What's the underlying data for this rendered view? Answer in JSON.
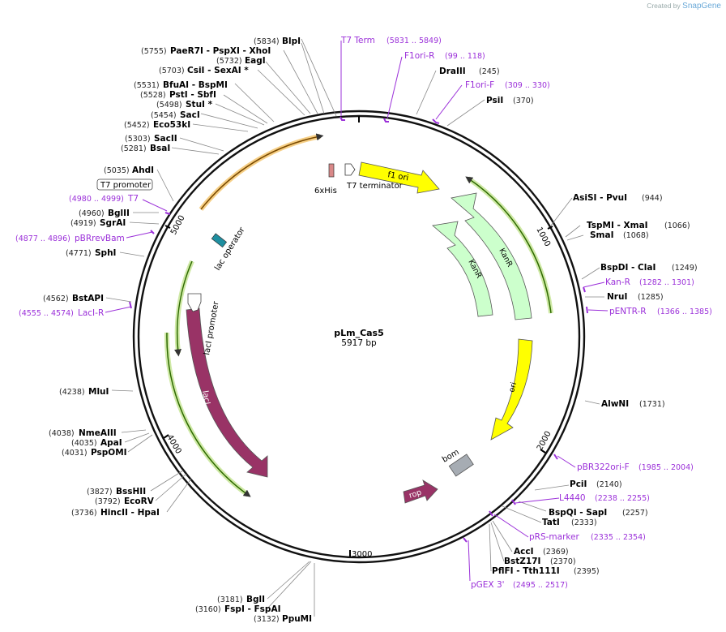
{
  "header": {
    "created_by": "Created by",
    "brand": "SnapGene"
  },
  "plasmid": {
    "name": "pLm_Cas5",
    "size_label": "5917 bp"
  },
  "ticks": [
    "1000",
    "2000",
    "3000",
    "4000",
    "5000"
  ],
  "features": {
    "f1_ori": "f1 ori",
    "kanr_a": "KanR",
    "kanr_b": "KanR",
    "ori": "ori",
    "bom": "bom",
    "rop": "rop",
    "laci": "lacI",
    "laci_promoter": "lacI promoter",
    "lac_operator": "lac operator",
    "six_his": "6xHis",
    "t7_terminator": "T7 terminator",
    "t7_promoter": "T7 promoter"
  },
  "sites_right": [
    {
      "name": "BlpI",
      "pos": "(5834)"
    },
    {
      "name": "DraIII",
      "pos": "(245)"
    },
    {
      "name": "PsiI",
      "pos": "(370)"
    },
    {
      "name": "AsiSI - PvuI",
      "pos": "(944)"
    },
    {
      "name": "TspMI - XmaI",
      "pos": "(1066)"
    },
    {
      "name": "SmaI",
      "pos": "(1068)"
    },
    {
      "name": "BspDI - ClaI",
      "pos": "(1249)"
    },
    {
      "name": "NruI",
      "pos": "(1285)"
    },
    {
      "name": "AlwNI",
      "pos": "(1731)"
    },
    {
      "name": "PciI",
      "pos": "(2140)"
    },
    {
      "name": "BspQI - SapI",
      "pos": "(2257)"
    },
    {
      "name": "TatI",
      "pos": "(2333)"
    },
    {
      "name": "AccI",
      "pos": "(2369)"
    },
    {
      "name": "BstZ17I",
      "pos": "(2370)"
    },
    {
      "name": "PflFI - Tth111I",
      "pos": "(2395)"
    }
  ],
  "sites_left": [
    {
      "name": "PaeR7I - PspXI - XhoI",
      "pos": "(5755)"
    },
    {
      "name": "EagI",
      "pos": "(5732)"
    },
    {
      "name": "CsiI - SexAI *",
      "pos": "(5703)"
    },
    {
      "name": "BfuAI - BspMI",
      "pos": "(5531)"
    },
    {
      "name": "PstI - SbfI",
      "pos": "(5528)"
    },
    {
      "name": "StuI *",
      "pos": "(5498)"
    },
    {
      "name": "SacI",
      "pos": "(5454)"
    },
    {
      "name": "Eco53kI",
      "pos": "(5452)"
    },
    {
      "name": "SacII",
      "pos": "(5303)"
    },
    {
      "name": "BsaI",
      "pos": "(5281)"
    },
    {
      "name": "AhdI",
      "pos": "(5035)"
    },
    {
      "name": "BglII",
      "pos": "(4960)"
    },
    {
      "name": "SgrAI",
      "pos": "(4919)"
    },
    {
      "name": "SphI",
      "pos": "(4771)"
    },
    {
      "name": "BstAPI",
      "pos": "(4562)"
    },
    {
      "name": "MluI",
      "pos": "(4238)"
    },
    {
      "name": "NmeAIII",
      "pos": "(4038)"
    },
    {
      "name": "ApaI",
      "pos": "(4035)"
    },
    {
      "name": "PspOMI",
      "pos": "(4031)"
    },
    {
      "name": "BssHII",
      "pos": "(3827)"
    },
    {
      "name": "EcoRV",
      "pos": "(3792)"
    },
    {
      "name": "HincII - HpaI",
      "pos": "(3736)"
    },
    {
      "name": "BglI",
      "pos": "(3181)"
    },
    {
      "name": "FspI - FspAI",
      "pos": "(3160)"
    },
    {
      "name": "PpuMI",
      "pos": "(3132)"
    }
  ],
  "primers": [
    {
      "name": "T7 Term",
      "range": "(5831 .. 5849)"
    },
    {
      "name": "F1ori-R",
      "range": "(99 .. 118)"
    },
    {
      "name": "F1ori-F",
      "range": "(309 .. 330)"
    },
    {
      "name": "Kan-R",
      "range": "(1282 .. 1301)"
    },
    {
      "name": "pENTR-R",
      "range": "(1366 .. 1385)"
    },
    {
      "name": "pBR322ori-F",
      "range": "(1985 .. 2004)"
    },
    {
      "name": "L4440",
      "range": "(2238 .. 2255)"
    },
    {
      "name": "pRS-marker",
      "range": "(2335 .. 2354)"
    },
    {
      "name": "pGEX 3'",
      "range": "(2495 .. 2517)"
    },
    {
      "name": "T7",
      "range": "(4980 .. 4999)"
    },
    {
      "name": "pBRrevBam",
      "range": "(4877 .. 4896)"
    },
    {
      "name": "LacI-R",
      "range": "(4555 .. 4574)"
    }
  ],
  "colors": {
    "backbone": "#111111",
    "primer": "#9b30d9",
    "f1_ori": "#ffff00",
    "kanr": "#ccffcc",
    "ori": "#ffff00",
    "laci": "#993366",
    "rop": "#993366",
    "bom": "#a6acb3",
    "lac_operator": "#1f8fa0",
    "orf_glow_green": "#cfe9a6",
    "orf_glow_orange": "#f6cf86"
  }
}
